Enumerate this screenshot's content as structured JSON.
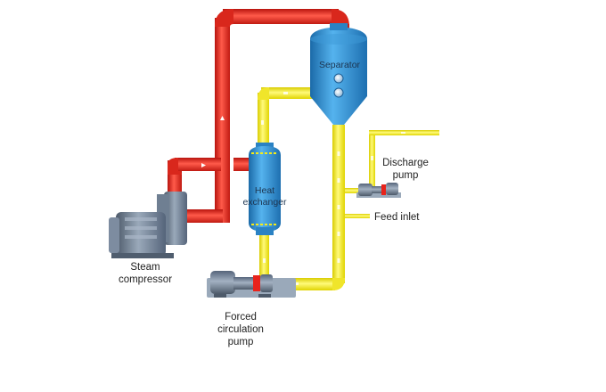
{
  "labels": {
    "separator": "Separator",
    "heat_exchanger_line1": "Heat",
    "heat_exchanger_line2": "exchanger",
    "discharge_pump_line1": "Discharge",
    "discharge_pump_line2": "pump",
    "feed_inlet": "Feed inlet",
    "steam_compressor_line1": "Steam",
    "steam_compressor_line2": "compressor",
    "forced_pump_line1": "Forced",
    "forced_pump_line2": "circulation",
    "forced_pump_line3": "pump"
  },
  "colors": {
    "steam_pipe": "#e8231b",
    "liquid_pipe": "#f6ec17",
    "vessel_blue": "#2e8fd0",
    "equipment_grey": "#6f7f92"
  }
}
